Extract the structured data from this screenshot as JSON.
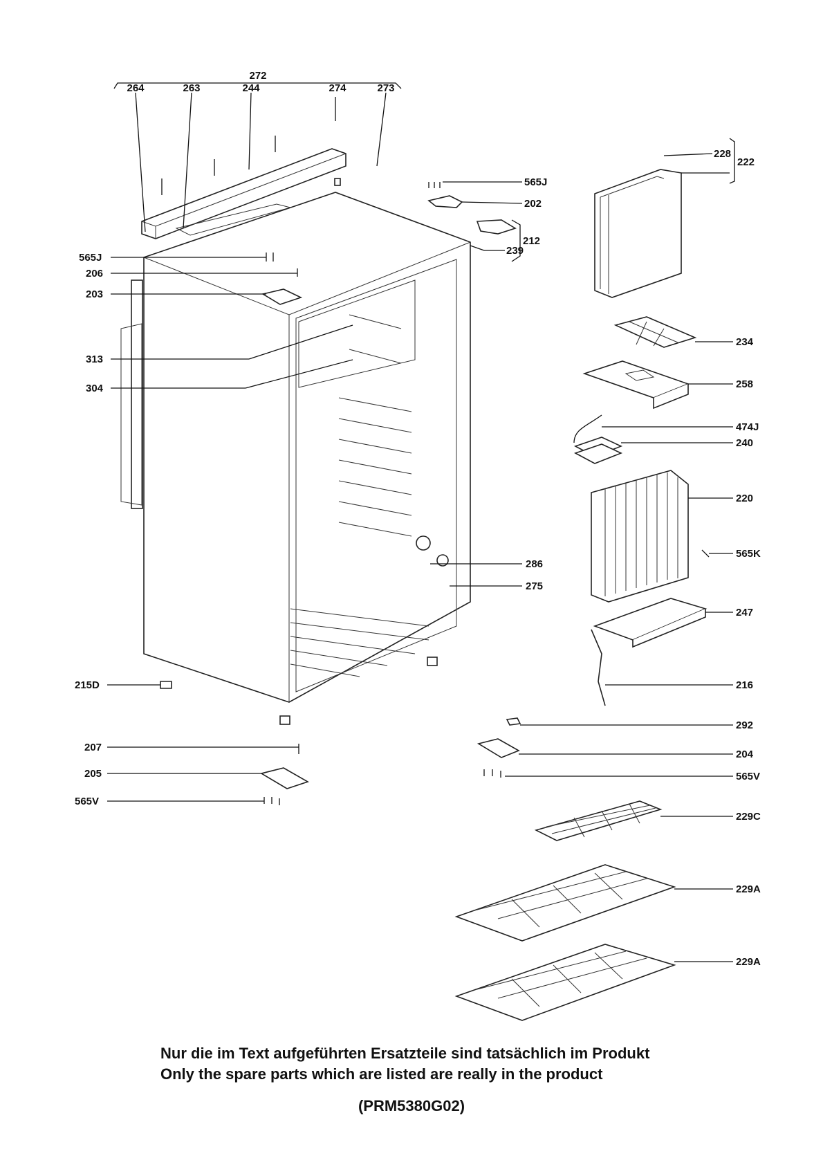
{
  "labels": {
    "272": "272",
    "264": "264",
    "263": "263",
    "244": "244",
    "274": "274",
    "273": "273",
    "565J_a": "565J",
    "565J_b": "565J",
    "202": "202",
    "212": "212",
    "239": "239",
    "228": "228",
    "222": "222",
    "206": "206",
    "203": "203",
    "313": "313",
    "304": "304",
    "234": "234",
    "258": "258",
    "474J": "474J",
    "240": "240",
    "220": "220",
    "565K": "565K",
    "286": "286",
    "275": "275",
    "247": "247",
    "216": "216",
    "215D": "215D",
    "292": "292",
    "207": "207",
    "204": "204",
    "205": "205",
    "565V_a": "565V",
    "565V_b": "565V",
    "229C": "229C",
    "229A_a": "229A",
    "229A_b": "229A"
  },
  "footer": {
    "note_de": "Nur die im Text aufgeführten Ersatzteile sind tatsächlich im Produkt",
    "note_en": "Only the spare parts which are listed are really in the product",
    "code": "(PRM5380G02)"
  }
}
